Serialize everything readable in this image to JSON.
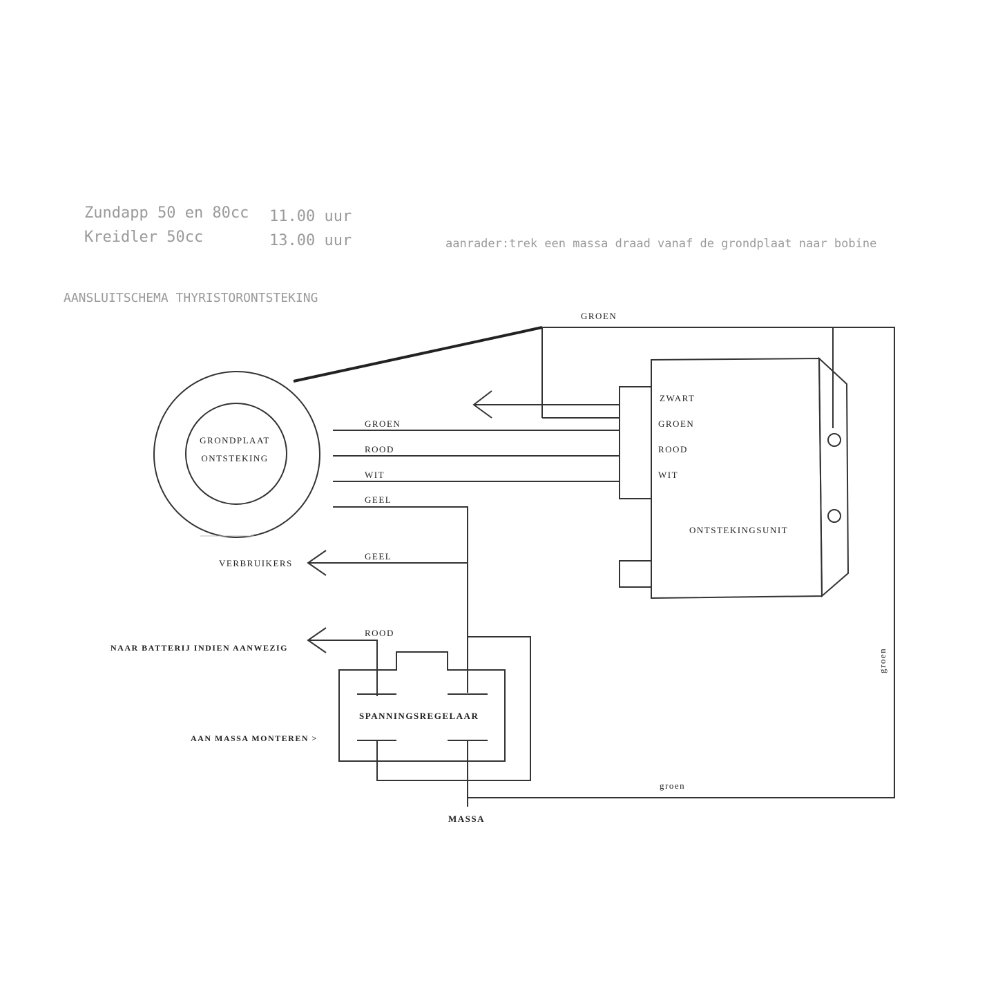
{
  "header": {
    "line1_model": "Zundapp 50 en 80cc",
    "line1_time": "11.00 uur",
    "line2_model": "Kreidler 50cc",
    "line2_time": "13.00 uur",
    "advice": "aanrader:trek een massa draad vanaf de grondplaat naar bobine"
  },
  "title": "AANSLUITSCHEMA THYRISTORONTSTEKING",
  "grondplaat": {
    "line1": "GRONDPLAAT",
    "line2": "ONTSTEKING"
  },
  "unit": {
    "name": "ONTSTEKINGSUNIT",
    "terminals": [
      "ZWART",
      "GROEN",
      "ROOD",
      "WIT"
    ]
  },
  "wires": {
    "top_groen": "GROEN",
    "groen": "GROEN",
    "rood": "ROOD",
    "wit": "WIT",
    "geel_top": "GEEL",
    "geel_verbruikers": "GEEL",
    "rood_batterij": "ROOD",
    "groen_vertical": "groen",
    "groen_bottom": "groen"
  },
  "labels": {
    "verbruikers": "VERBRUIKERS",
    "batterij": "NAAR BATTERIJ INDIEN AANWEZIG",
    "massa_monteren": "AAN MASSA MONTEREN >",
    "massa": "MASSA"
  },
  "regulator": {
    "name": "SPANNINGSREGELAAR"
  }
}
